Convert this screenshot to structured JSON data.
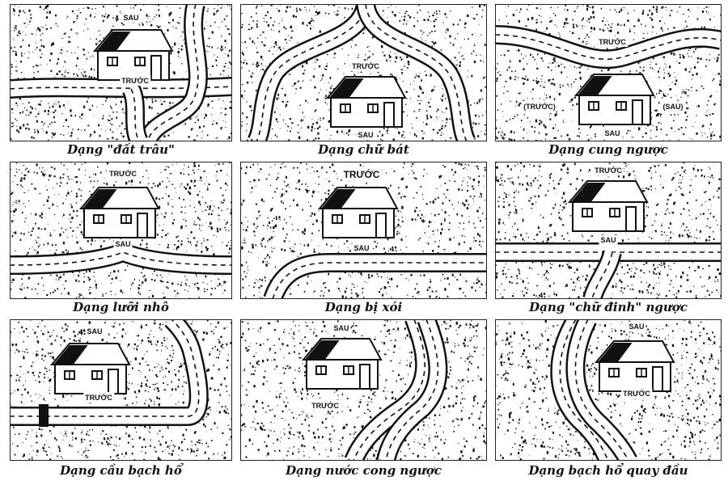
{
  "panels": [
    {
      "caption": "Dạng \"đất trâu\"",
      "labels": [
        "SAU",
        "TRƯỚC"
      ]
    },
    {
      "caption": "Dạng chữ bát",
      "labels": [
        "TRƯỚC",
        "SAU"
      ]
    },
    {
      "caption": "Dạng cung ngược",
      "labels": [
        "TRƯỚC",
        "(TRƯỚC)",
        "(SAU)",
        "SAU"
      ]
    },
    {
      "caption": "Dạng lưỡi nhô",
      "labels": [
        "TRƯỚC",
        "SAU"
      ]
    },
    {
      "caption": "Dạng bị xói",
      "labels": [
        "TRƯỚC",
        "SAU"
      ]
    },
    {
      "caption": "Dạng \"chữ đinh\" ngược",
      "labels": [
        "TRƯỚC",
        "SAU"
      ]
    },
    {
      "caption": "Dạng cầu bạch hổ",
      "labels": [
        "SAU",
        "TRƯỚC"
      ]
    },
    {
      "caption": "Dạng nước cong ngược",
      "labels": [
        "SAU",
        "TRƯỚC"
      ]
    },
    {
      "caption": "Dạng bạch hổ quay đầu",
      "labels": [
        "SAU",
        "TRƯỚC"
      ]
    }
  ]
}
